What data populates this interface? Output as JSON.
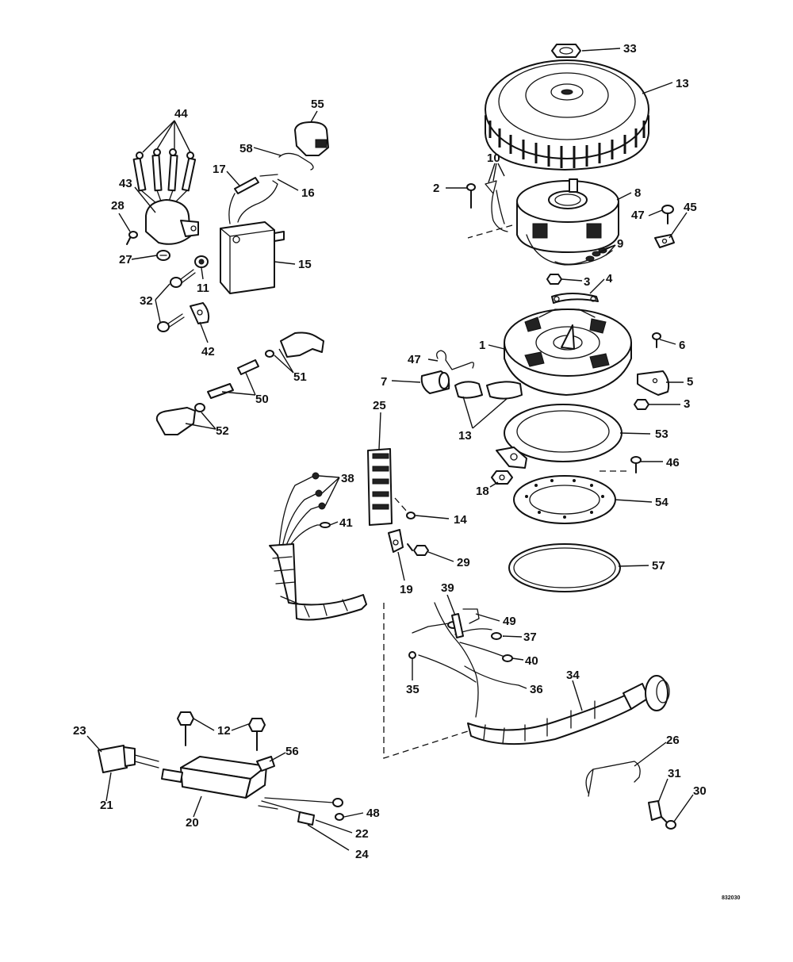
{
  "drawing_code": "832030",
  "callouts": [
    {
      "label": "33"
    },
    {
      "label": "13"
    },
    {
      "label": "2"
    },
    {
      "label": "10"
    },
    {
      "label": "8"
    },
    {
      "label": "47"
    },
    {
      "label": "45"
    },
    {
      "label": "9"
    },
    {
      "label": "3"
    },
    {
      "label": "4"
    },
    {
      "label": "1"
    },
    {
      "label": "6"
    },
    {
      "label": "47"
    },
    {
      "label": "7"
    },
    {
      "label": "5"
    },
    {
      "label": "3"
    },
    {
      "label": "13"
    },
    {
      "label": "53"
    },
    {
      "label": "46"
    },
    {
      "label": "18"
    },
    {
      "label": "54"
    },
    {
      "label": "57"
    },
    {
      "label": "25"
    },
    {
      "label": "14"
    },
    {
      "label": "29"
    },
    {
      "label": "19"
    },
    {
      "label": "38"
    },
    {
      "label": "41"
    },
    {
      "label": "44"
    },
    {
      "label": "55"
    },
    {
      "label": "58"
    },
    {
      "label": "43"
    },
    {
      "label": "17"
    },
    {
      "label": "16"
    },
    {
      "label": "28"
    },
    {
      "label": "27"
    },
    {
      "label": "15"
    },
    {
      "label": "11"
    },
    {
      "label": "32"
    },
    {
      "label": "42"
    },
    {
      "label": "51"
    },
    {
      "label": "50"
    },
    {
      "label": "52"
    },
    {
      "label": "39"
    },
    {
      "label": "49"
    },
    {
      "label": "37"
    },
    {
      "label": "40"
    },
    {
      "label": "35"
    },
    {
      "label": "36"
    },
    {
      "label": "34"
    },
    {
      "label": "26"
    },
    {
      "label": "31"
    },
    {
      "label": "30"
    },
    {
      "label": "12"
    },
    {
      "label": "23"
    },
    {
      "label": "56"
    },
    {
      "label": "21"
    },
    {
      "label": "20"
    },
    {
      "label": "48"
    },
    {
      "label": "22"
    },
    {
      "label": "24"
    }
  ]
}
